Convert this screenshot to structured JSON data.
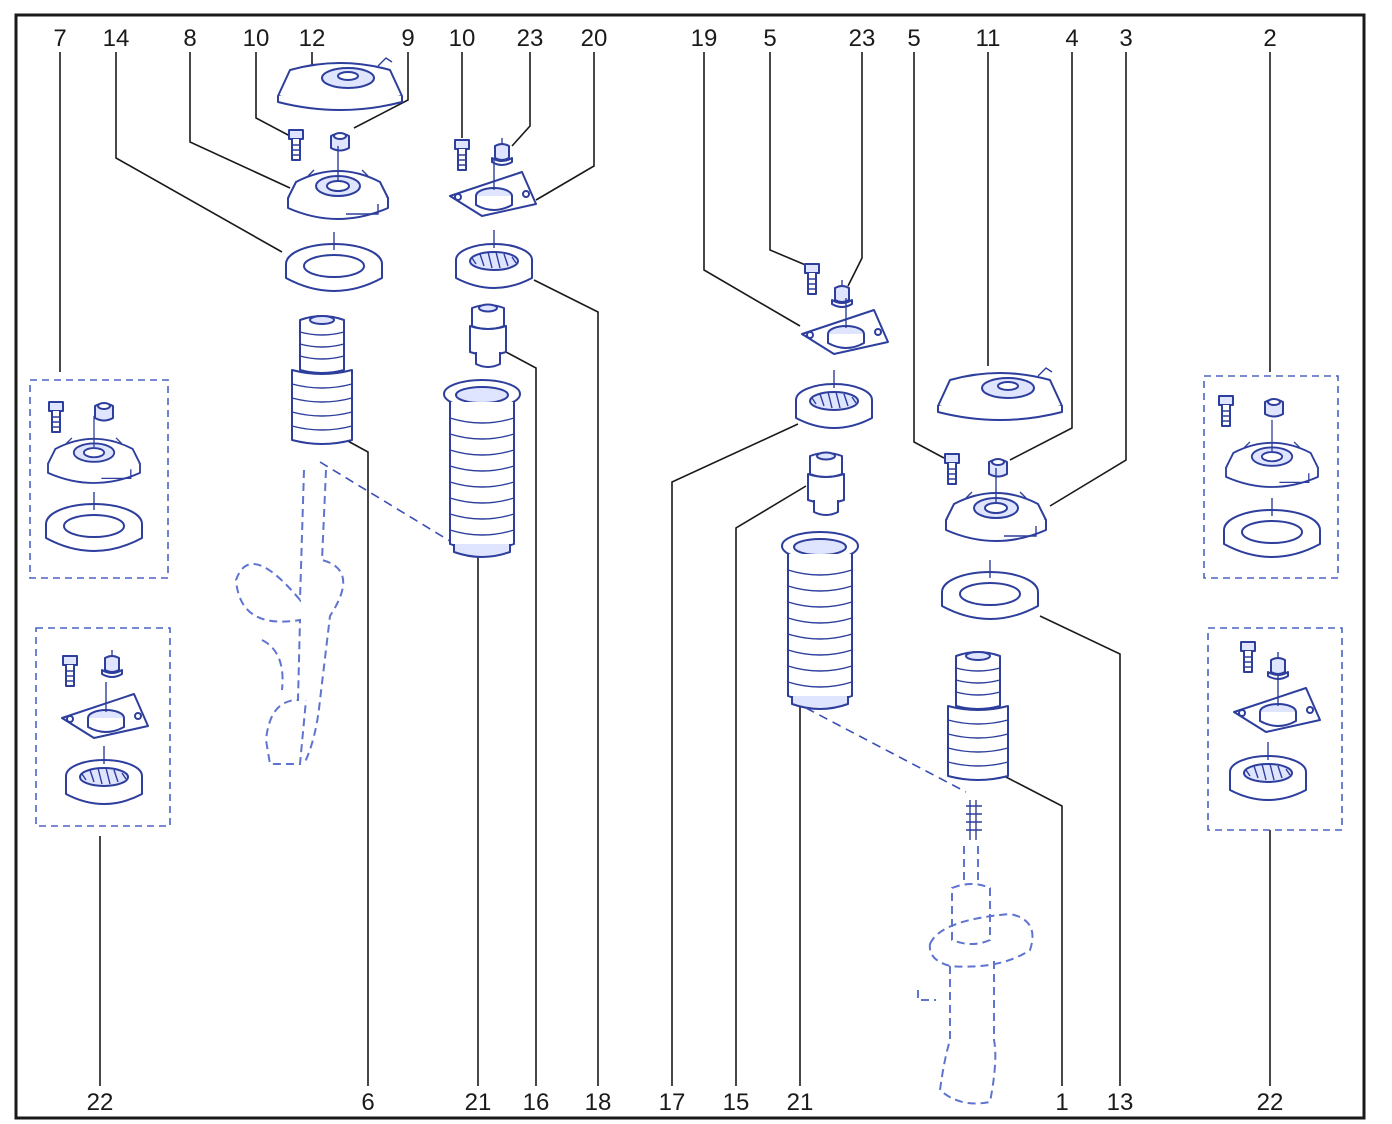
{
  "callouts": {
    "top": [
      "7",
      "14",
      "8",
      "10",
      "12",
      "9",
      "10",
      "23",
      "20",
      "19",
      "5",
      "23",
      "5",
      "11",
      "4",
      "3",
      "2"
    ],
    "bottom": [
      "22",
      "6",
      "21",
      "16",
      "18",
      "17",
      "15",
      "21",
      "1",
      "13",
      "22"
    ]
  },
  "colors": {
    "parts": "#2d3e9c",
    "frame": "#1a1a1a",
    "fill": "#dfe5ff"
  }
}
